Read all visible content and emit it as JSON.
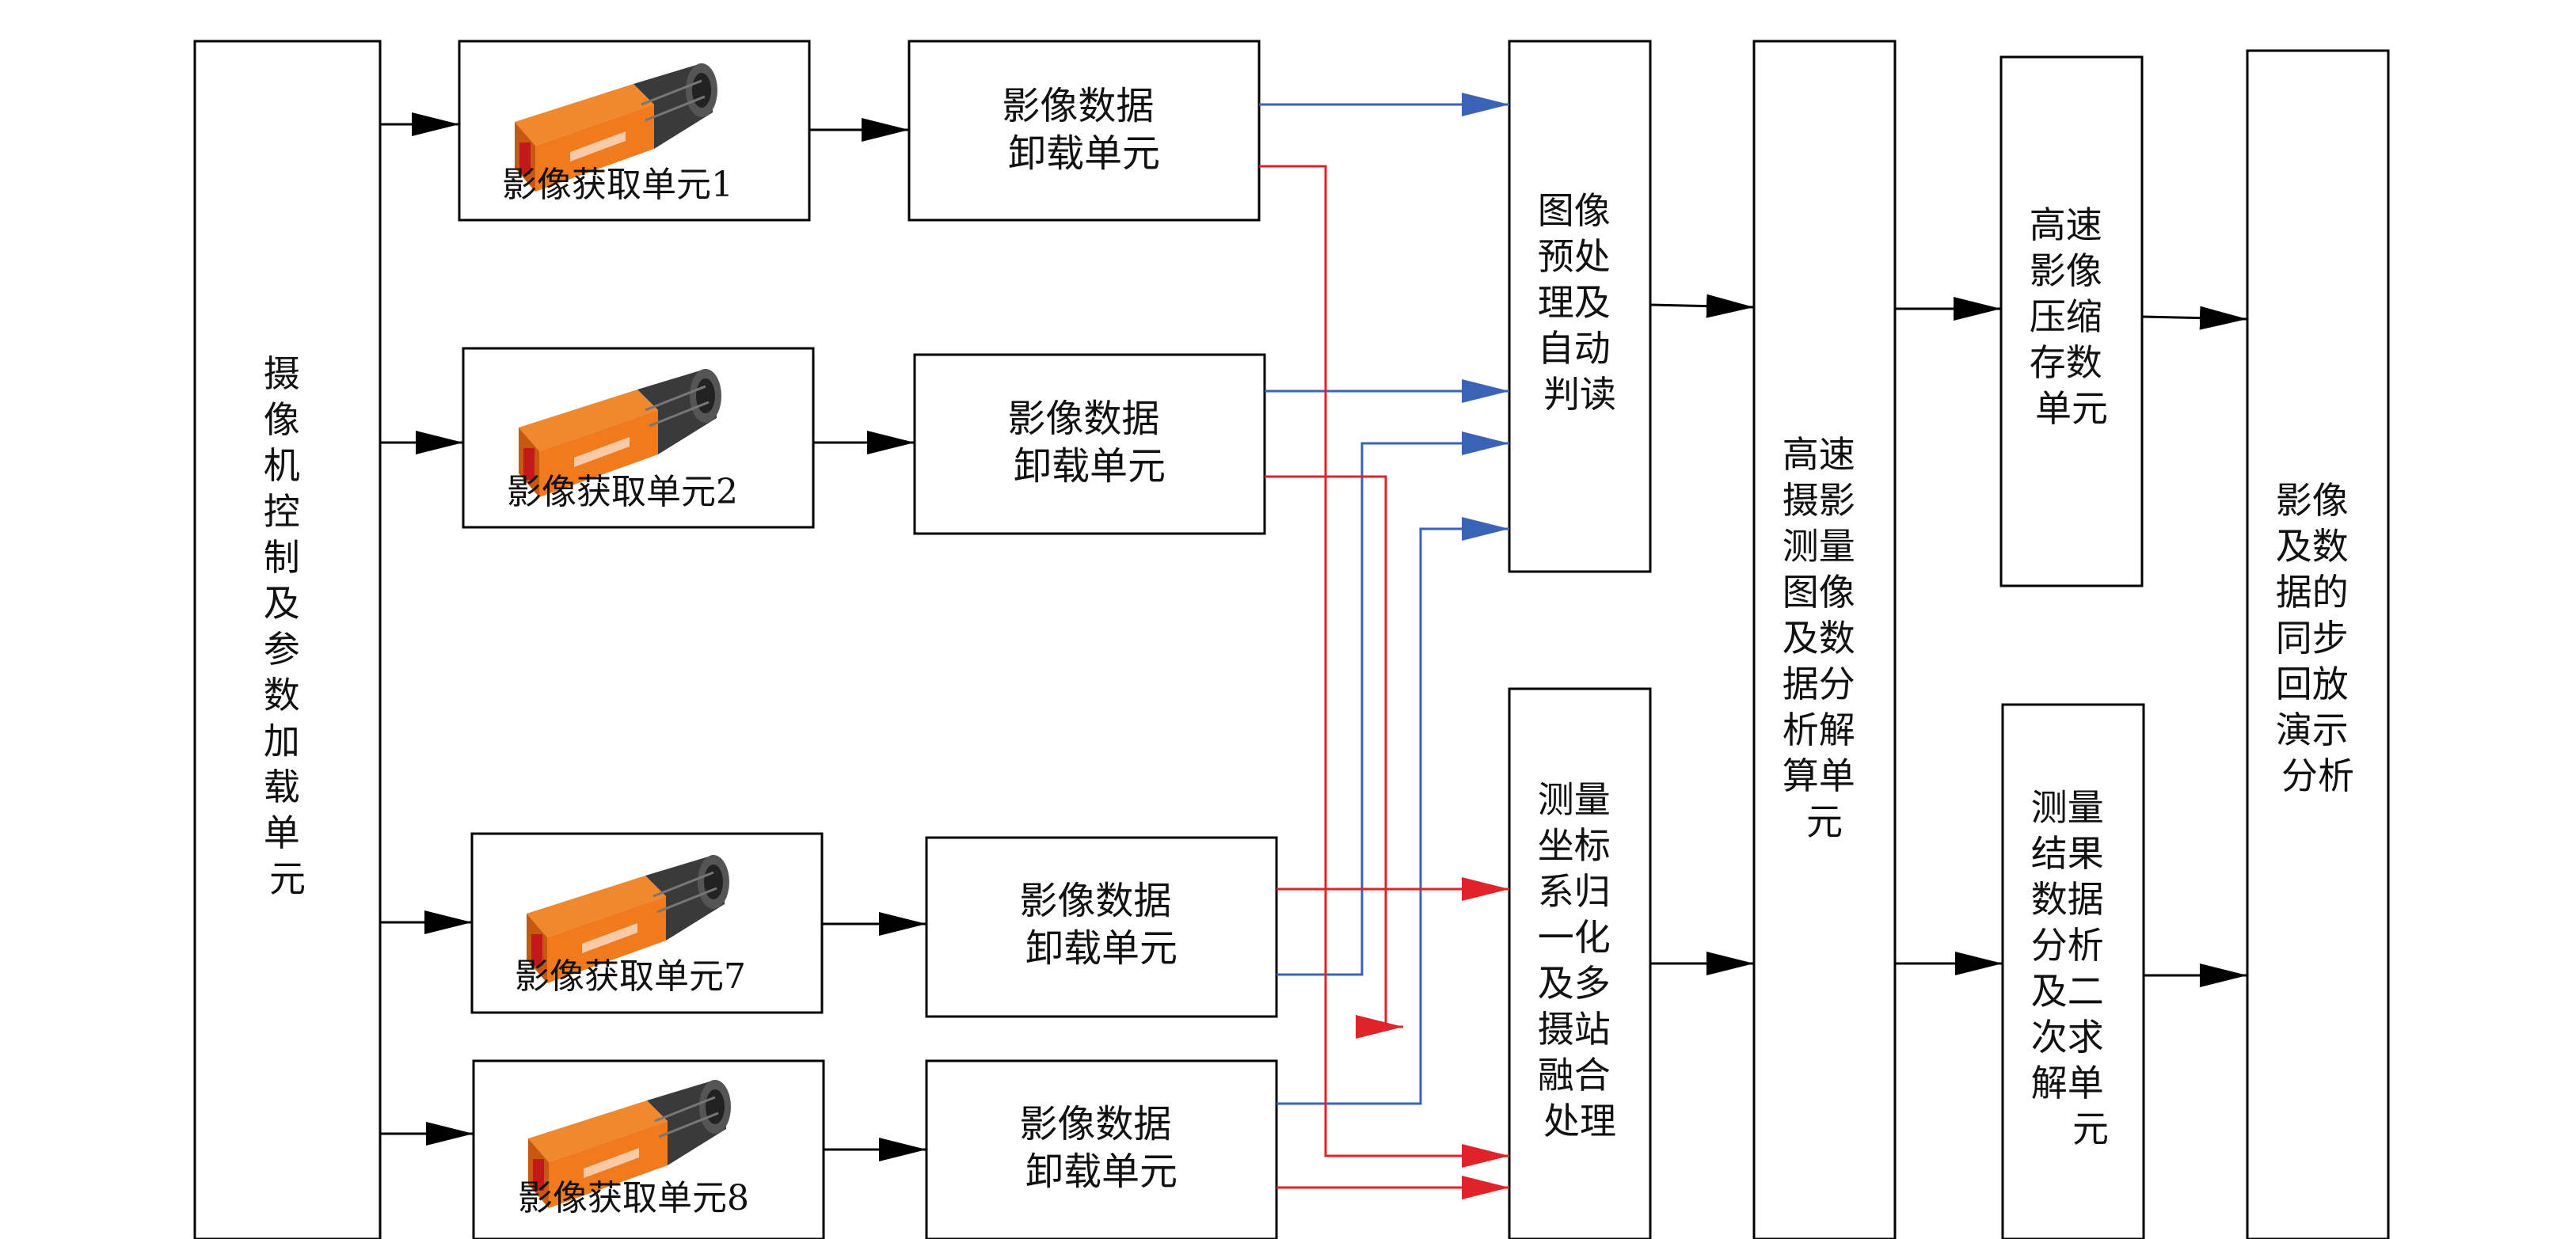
{
  "camera_control": {
    "lines": [
      "摄",
      "像",
      "机",
      "控",
      "制",
      "及",
      "参",
      "数",
      "加",
      "载",
      "单",
      "元"
    ]
  },
  "acquisition_units": [
    {
      "label": "影像获取单元1"
    },
    {
      "label": "影像获取单元2"
    },
    {
      "label": "影像获取单元7"
    },
    {
      "label": "影像获取单元8"
    }
  ],
  "unload_units": [
    {
      "lines": [
        "影像数据",
        "卸载单元"
      ]
    },
    {
      "lines": [
        "影像数据",
        "卸载单元"
      ]
    },
    {
      "lines": [
        "影像数据",
        "卸载单元"
      ]
    },
    {
      "lines": [
        "影像数据",
        "卸载单元"
      ]
    }
  ],
  "preprocess": {
    "lines": [
      "图像",
      "预处",
      "理及",
      "自动",
      "判读"
    ]
  },
  "normalize": {
    "lines": [
      "测量",
      "坐标",
      "系归",
      "一化",
      "及多",
      "摄站",
      "融合",
      "处理"
    ]
  },
  "analysis": {
    "lines": [
      "高速",
      "摄影",
      "测量",
      "图像",
      "及数",
      "据分",
      "析解",
      "算单",
      "元"
    ]
  },
  "compress": {
    "lines": [
      "高速",
      "影像",
      "压缩",
      "存数",
      "单元"
    ]
  },
  "secondary": {
    "lines": [
      "测量",
      "结果",
      "数据",
      "分析",
      "及二",
      "次求",
      "解单",
      "元"
    ]
  },
  "playback": {
    "lines": [
      "影像",
      "及数",
      "据的",
      "同步",
      "回放",
      "演示",
      "分析"
    ]
  },
  "colors": {
    "blue_line": "#3a63b8",
    "red_line": "#e0232a",
    "black_line": "#000000",
    "camera_body": "#f07a1e",
    "camera_lens": "#3a3a3a"
  }
}
